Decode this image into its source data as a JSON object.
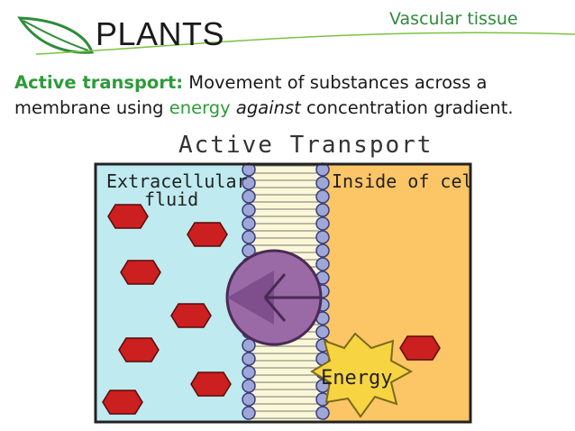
{
  "header": {
    "title": "PLANTS",
    "topic": "Vascular tissue"
  },
  "definition": {
    "term": "Active transport:",
    "part1": " Movement of substances across a membrane using ",
    "energy_word": "energy",
    "space": " ",
    "against_word": "against",
    "part2": " concentration gradient."
  },
  "diagram": {
    "title": "Active Transport",
    "left_label_line1": "Extracellular",
    "left_label_line2": "fluid",
    "right_label": "Inside of cell",
    "energy_label": "Energy",
    "colors": {
      "extracellular": "#bfeaf0",
      "cell_inside": "#fcc566",
      "membrane_head": "#9fa6d8",
      "protein": "#9a6aa6",
      "molecule": "#cc1f1f",
      "energy_star": "#f7d442"
    }
  }
}
